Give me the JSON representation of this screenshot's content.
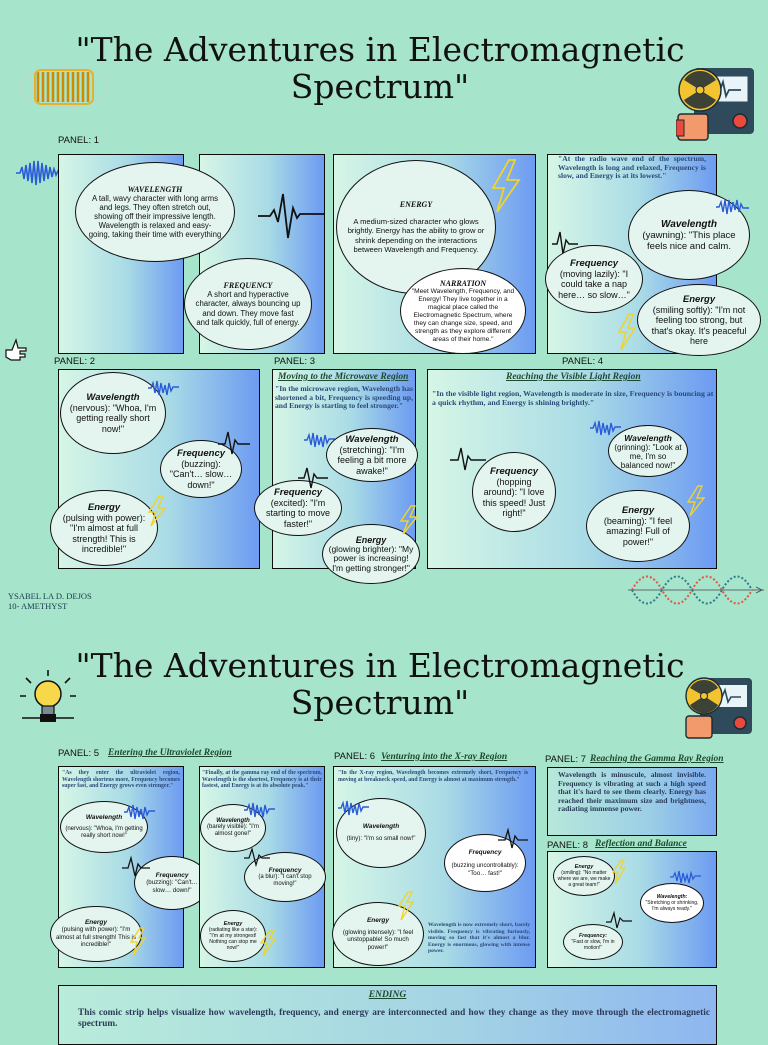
{
  "page1": {
    "title": "\"The Adventures in Electromagnetic Spectrum\"",
    "panel1_label": "PANEL: 1",
    "panel2_label": "PANEL: 2",
    "panel3_label": "PANEL: 3",
    "panel4_label": "PANEL: 4",
    "wavelength_intro_title": "WAVELENGTH",
    "wavelength_intro_text": "A tall, wavy character with long arms and legs. They often stretch out, showing off their impressive length. Wavelength is relaxed and easy-going, taking their time with everything",
    "frequency_intro_title": "FREQUENCY",
    "frequency_intro_text": "A short and hyperactive character, always bouncing up and down. They move fast and talk quickly, full of energy.",
    "energy_intro_title": "ENERGY",
    "energy_intro_text": "A medium-sized character who glows brightly. Energy has the ability to grow or shrink depending on the interactions between Wavelength and Frequency.",
    "narration_title": "NARRATION",
    "narration_text": "\"Meet Wavelength, Frequency, and Energy! They live together in a magical place called the Electromagnetic Spectrum, where they can change size, speed, and strength as they explore different areas of their home.\"",
    "radio_narr": "\"At the radio wave end of the spectrum, Wavelength is long and relaxed, Frequency is slow, and Energy is at its lowest.\"",
    "radio_wl_name": "Wavelength",
    "radio_wl_text": "(yawning): \"This place feels nice and calm.",
    "radio_fr_name": "Frequency",
    "radio_fr_text": "(moving lazily): \"I could take a nap here… so slow…\"",
    "radio_en_name": "Energy",
    "radio_en_text": "(smiling softly): \"I'm not feeling too strong, but that's okay. It's peaceful here",
    "p2_wl_name": "Wavelength",
    "p2_wl_text": "(nervous): \"Whoa, I'm getting really short now!\"",
    "p2_fr_name": "Frequency",
    "p2_fr_text": "(buzzing): \"Can't… slow… down!\"",
    "p2_en_name": "Energy",
    "p2_en_text": "(pulsing with power): \"I'm almost at full strength! This is incredible!\"",
    "micro_title": "Moving to the Microwave Region",
    "micro_narr": "\"In the microwave region, Wavelength has shortened a bit, Frequency is speeding up, and Energy is starting to feel stronger.\"",
    "micro_wl_name": "Wavelength",
    "micro_wl_text": "(stretching): \"I'm feeling a bit more awake!\"",
    "micro_fr_name": "Frequency",
    "micro_fr_text": "(excited): \"I'm starting to move faster!\"",
    "micro_en_name": "Energy",
    "micro_en_text": "(glowing brighter): \"My power is increasing! I'm getting stronger!\"",
    "visible_title": "Reaching the Visible Light Region",
    "visible_narr": "\"In the visible light region, Wavelength is moderate in size, Frequency is bouncing at a quick rhythm, and Energy is shining brightly.\"",
    "vis_wl_name": "Wavelength",
    "vis_wl_text": "(grinning): \"Look at me, I'm so balanced now!\"",
    "vis_fr_name": "Frequency",
    "vis_fr_text": "(hopping around): \"I love this speed! Just right!\"",
    "vis_en_name": "Energy",
    "vis_en_text": "(beaming): \"I feel amazing! Full of power!\"",
    "signature_name": "YSABEL LA D. DEJOS",
    "signature_section": "10- AMETHYST"
  },
  "page2": {
    "title": "\"The Adventures in Electromagnetic Spectrum\"",
    "panel5_label": "PANEL: 5",
    "panel5_title": "Entering the Ultraviolet Region",
    "panel6_label": "PANEL: 6",
    "panel6_title": "Venturing into the X-ray Region",
    "panel7_label": "PANEL: 7",
    "panel7_title": "Reaching the Gamma Ray Region",
    "panel8_label": "PANEL: 8",
    "panel8_title": "Reflection and Balance",
    "uv_narr": "\"As they enter the ultraviolet region, Wavelength shortens more, Frequency becomes super fast, and Energy grows even stronger.\"",
    "uv_wl_name": "Wavelength",
    "uv_wl_text": "(nervous): \"Whoa, I'm getting really short now!\"",
    "uv_fr_name": "Frequency",
    "uv_fr_text": "(buzzing): \"Can't… slow… down!\"",
    "uv_en_name": "Energy",
    "uv_en_text": "(pulsing with power): \"I'm almost at full strength! This is incredible!\"",
    "gamma_narr": "\"Finally, at the gamma ray end of the spectrum, Wavelength is the shortest, Frequency is at their fastest, and Energy is at its absolute peak.\"",
    "gamma_wl_name": "Wavelength",
    "gamma_wl_text": "(barely visible): \"I'm almost gone!\"",
    "gamma_fr_name": "Frequency",
    "gamma_fr_text": "(a blur): \"I can't stop moving!\"",
    "gamma_en_name": "Energy",
    "gamma_en_text": "(radiating like a star): \"I'm at my strongest! Nothing can stop me now!\"",
    "xray_narr": "\"In the X-ray region, Wavelength becomes extremely short, Frequency is moving at breakneck speed, and Energy is almost at maximum strength.\"",
    "xray_wl_name": "Wavelength",
    "xray_wl_text": "(tiny): \"I'm so small now!\"",
    "xray_fr_name": "Frequency",
    "xray_fr_text": "(buzzing uncontrollably): \"Too… fast!\"",
    "xray_en_name": "Energy",
    "xray_en_text": "(glowing intensely): \"I feel unstoppable! So much power!\"",
    "xray_side_narr": "Wavelength is now extremely short, barely visible. Frequency is vibrating furiously, moving so fast that it's almost a blur. Energy is enormous, glowing with intense power.",
    "p7_narr": "Wavelength is minuscule, almost invisible. Frequency is vibrating at such a high speed that it's hard to see them clearly. Energy has reached their maximum size and brightness, radiating immense power.",
    "p8_en_name": "Energy",
    "p8_en_text": "(smiling): \"No matter where we are, we make a great team!\"",
    "p8_wl_name": "Wavelength:",
    "p8_wl_text": "\"Stretching or shrinking, I'm always ready.\"",
    "p8_fr_name": "Frequency:",
    "p8_fr_text": "\"Fast or slow, I'm in motion!\"",
    "ending_title": "ENDING",
    "ending_text": "This comic strip helps visualize how wavelength, frequency, and energy are interconnected and how they change as they move through the electromagnetic spectrum."
  }
}
